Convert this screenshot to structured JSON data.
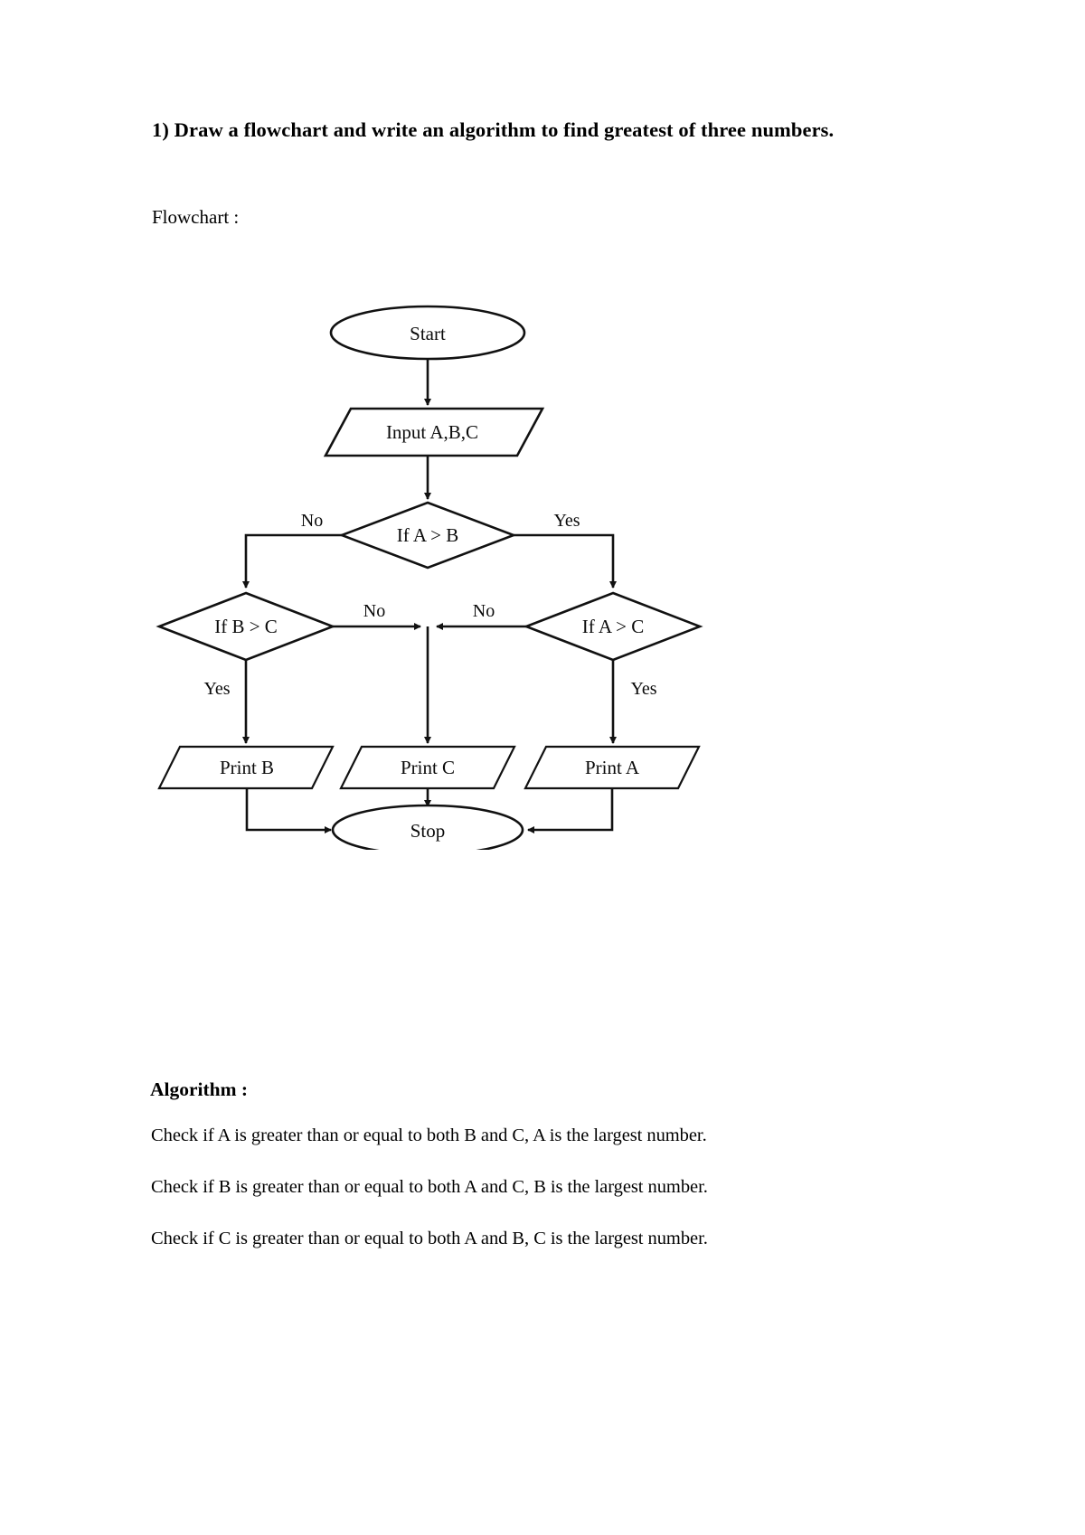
{
  "document": {
    "question_title": "1) Draw a flowchart and write an algorithm to find greatest of three numbers.",
    "flowchart_heading": "Flowchart :",
    "algorithm_heading": "Algorithm :",
    "algorithm_steps": [
      "Check if A is greater than or equal to both B and C, A is the largest number.",
      "Check if B is greater than or equal to both A and C, B is the largest number.",
      "Check if C is greater than or equal to both A and B, C is the largest number."
    ]
  },
  "chart_data": {
    "type": "diagram",
    "subtype": "flowchart",
    "title": "Flowchart to find greatest of three numbers",
    "nodes": [
      {
        "id": "start",
        "shape": "terminator",
        "label": "Start"
      },
      {
        "id": "input",
        "shape": "parallelogram",
        "label": "Input A,B,C"
      },
      {
        "id": "a_gt_b",
        "shape": "decision",
        "label": "If A > B"
      },
      {
        "id": "b_gt_c",
        "shape": "decision",
        "label": "If B > C"
      },
      {
        "id": "a_gt_c",
        "shape": "decision",
        "label": "If A > C"
      },
      {
        "id": "print_b",
        "shape": "parallelogram",
        "label": "Print B"
      },
      {
        "id": "print_c",
        "shape": "parallelogram",
        "label": "Print C"
      },
      {
        "id": "print_a",
        "shape": "parallelogram",
        "label": "Print A"
      },
      {
        "id": "stop",
        "shape": "terminator",
        "label": "Stop"
      }
    ],
    "edges": [
      {
        "from": "start",
        "to": "input",
        "label": ""
      },
      {
        "from": "input",
        "to": "a_gt_b",
        "label": ""
      },
      {
        "from": "a_gt_b",
        "to": "b_gt_c",
        "label": "No"
      },
      {
        "from": "a_gt_b",
        "to": "a_gt_c",
        "label": "Yes"
      },
      {
        "from": "b_gt_c",
        "to": "print_b",
        "label": "Yes"
      },
      {
        "from": "b_gt_c",
        "to": "print_c",
        "label": "No"
      },
      {
        "from": "a_gt_c",
        "to": "print_a",
        "label": "Yes"
      },
      {
        "from": "a_gt_c",
        "to": "print_c",
        "label": "No"
      },
      {
        "from": "print_b",
        "to": "stop",
        "label": ""
      },
      {
        "from": "print_c",
        "to": "stop",
        "label": ""
      },
      {
        "from": "print_a",
        "to": "stop",
        "label": ""
      }
    ],
    "edge_labels": {
      "a_gt_b_no": "No",
      "a_gt_b_yes": "Yes",
      "b_gt_c_no": "No",
      "b_gt_c_yes": "Yes",
      "a_gt_c_no": "No",
      "a_gt_c_yes": "Yes"
    }
  }
}
